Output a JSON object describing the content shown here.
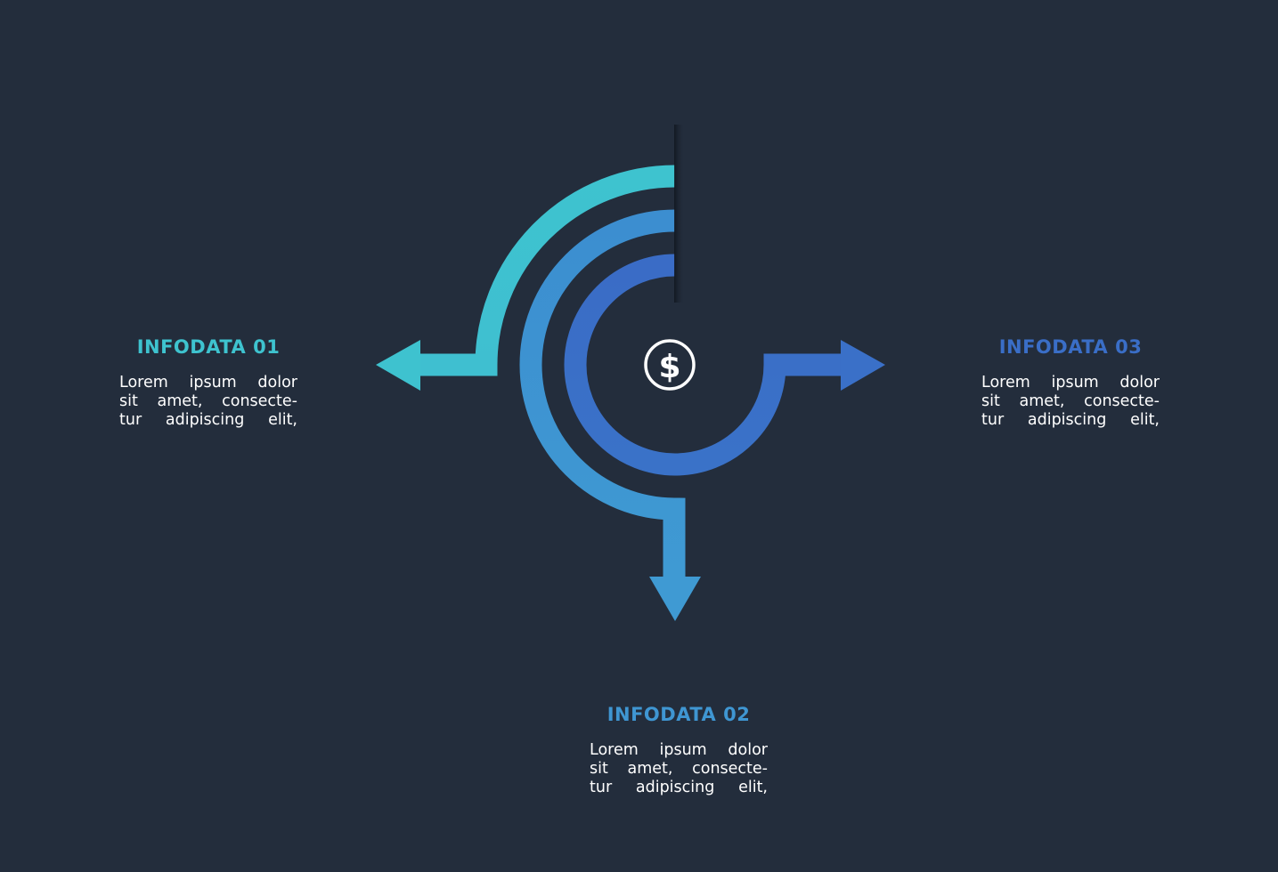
{
  "colors": {
    "background": "#232d3c",
    "item_01": "#3ec3cf",
    "item_02": "#3f96d2",
    "item_03": "#3a6ec7",
    "text": "#ffffff"
  },
  "center_icon": "dollar-sign-icon",
  "center_symbol": "$",
  "items": [
    {
      "title": "INFODATA 01",
      "lines": [
        "Lorem ipsum dolor",
        "sit amet, consecte-",
        "tur adipiscing elit,"
      ],
      "arrow_direction": "left"
    },
    {
      "title": "INFODATA 02",
      "lines": [
        "Lorem ipsum dolor",
        "sit amet, consecte-",
        "tur adipiscing elit,"
      ],
      "arrow_direction": "down"
    },
    {
      "title": "INFODATA 03",
      "lines": [
        "Lorem ipsum dolor",
        "sit amet, consecte-",
        "tur adipiscing elit,"
      ],
      "arrow_direction": "right"
    }
  ]
}
